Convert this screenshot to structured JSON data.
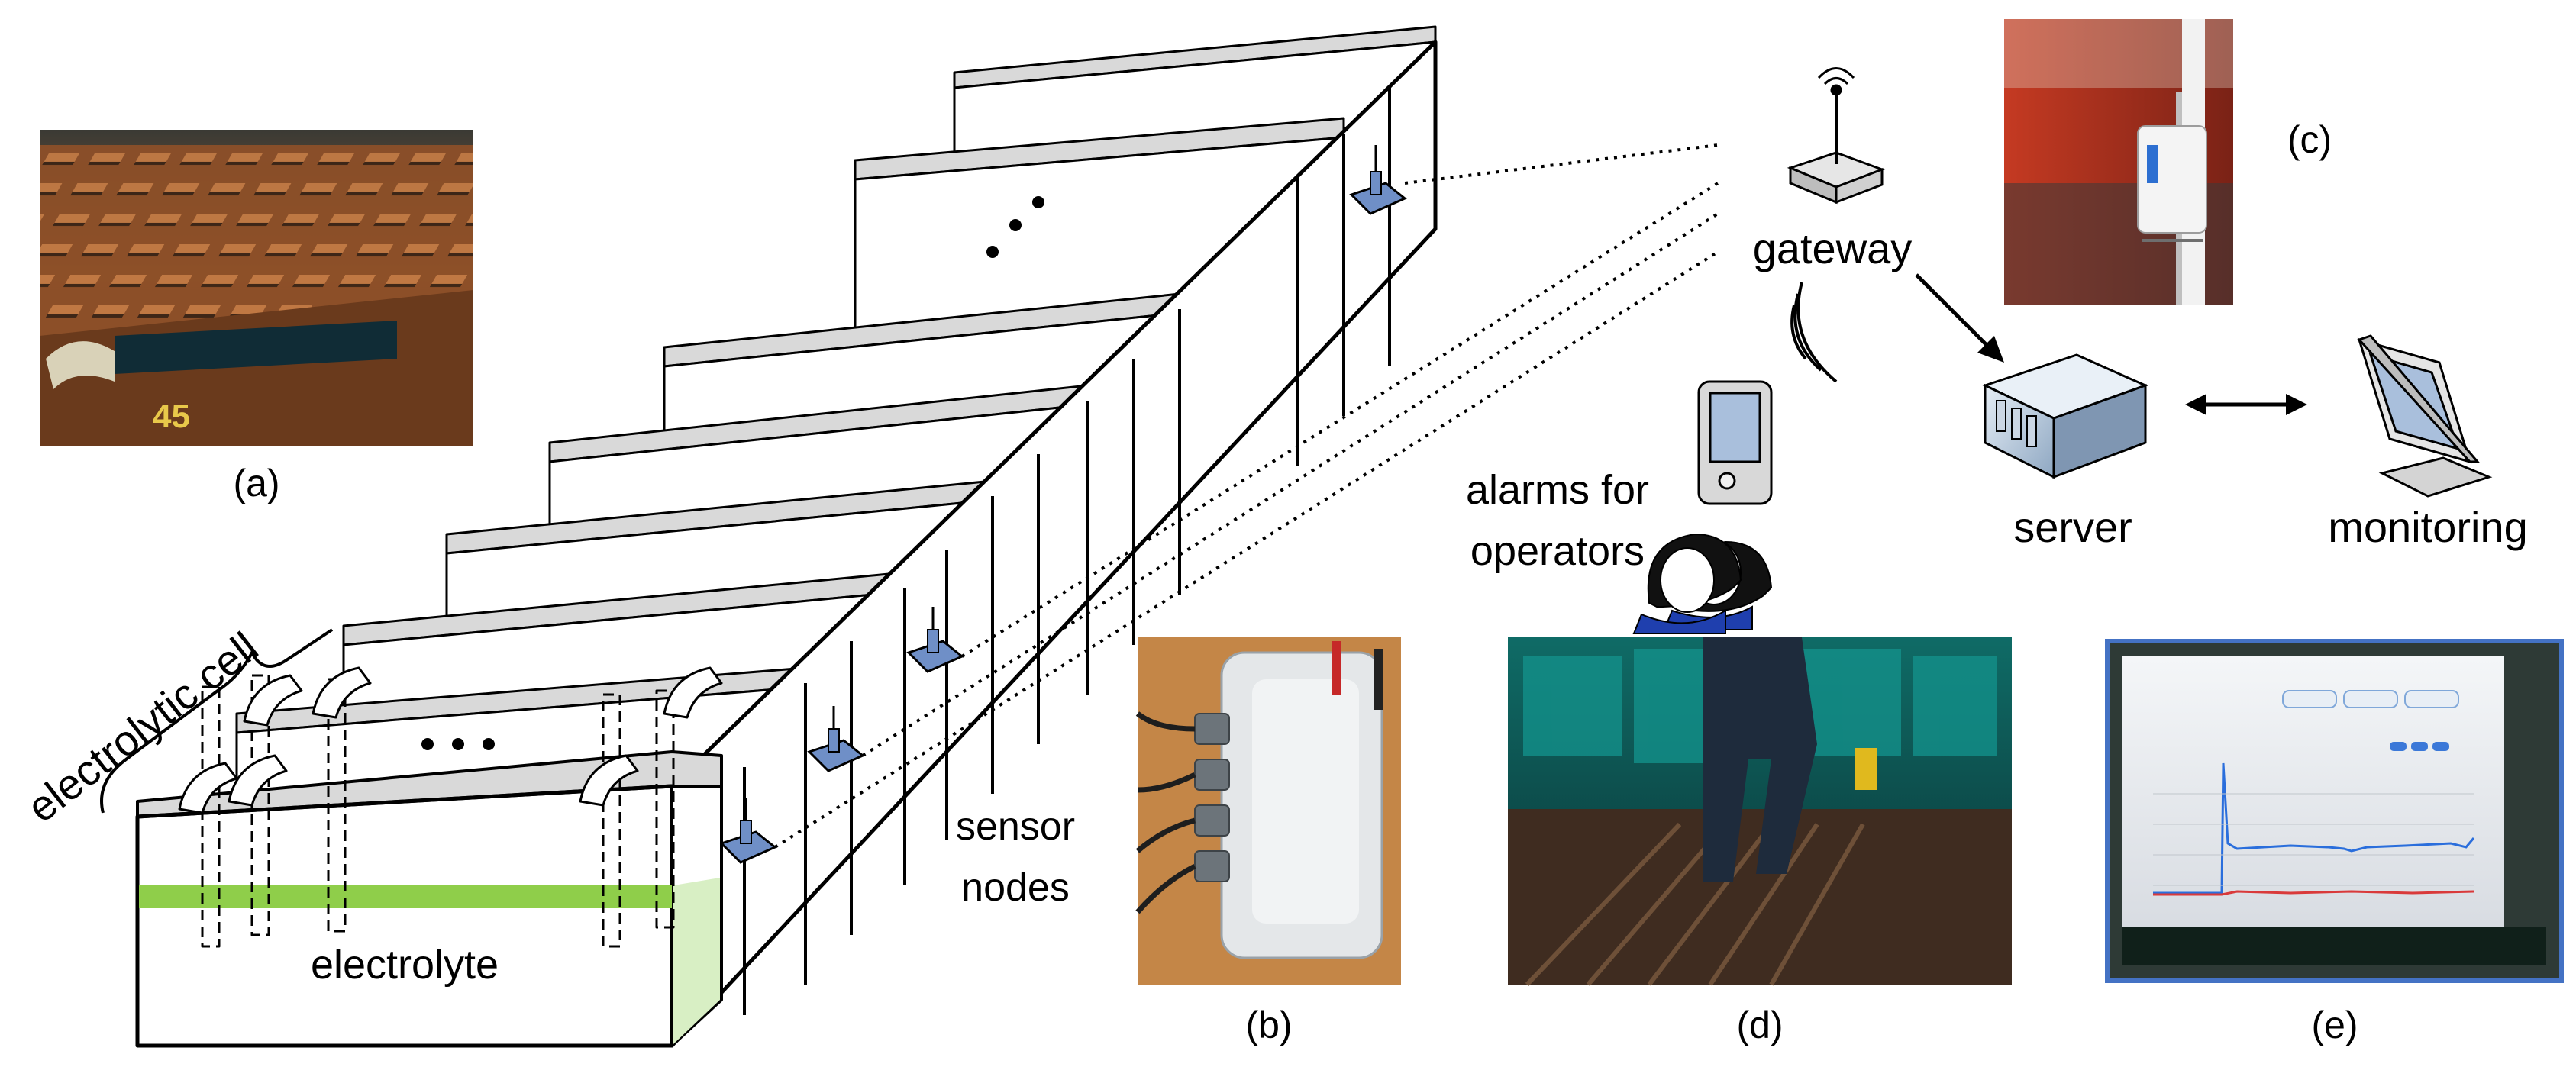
{
  "labels": {
    "panel_a": "(a)",
    "panel_b": "(b)",
    "panel_c": "(c)",
    "panel_d": "(d)",
    "panel_e": "(e)",
    "electrolytic_cell": "electrolytic cell",
    "electrolyte": "electrolyte",
    "gateway": "gateway",
    "server": "server",
    "monitoring": "monitoring",
    "alarms_line1": "alarms for",
    "alarms_line2": "operators",
    "sensor_line1": "sensor",
    "sensor_line2": "nodes",
    "photo_a_number": "45",
    "ellipsis": "• • •"
  },
  "colors": {
    "electrolyte_band": "#8fce4a",
    "electrolyte_side": "#d8efc4",
    "sensor_node": "#6f8fc7",
    "cell_top": "#d9d9d9",
    "panel_e_border": "#4472c4"
  }
}
